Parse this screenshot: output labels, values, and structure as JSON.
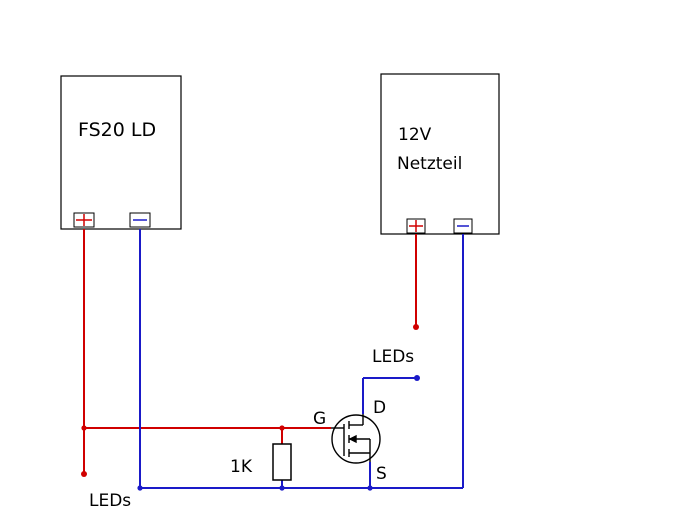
{
  "diagram": {
    "fs20": {
      "title": "FS20 LD",
      "plus": "+",
      "minus": "−"
    },
    "psu": {
      "line1": "12V",
      "line2": "Netzteil",
      "plus": "+",
      "minus": "−"
    },
    "mosfet": {
      "gate": "G",
      "drain": "D",
      "source": "S"
    },
    "resistor": {
      "value": "1K"
    },
    "leds_top": "LEDs",
    "leds_bottom": "LEDs"
  },
  "colors": {
    "positive": "#d00000",
    "negative": "#1a1ac8",
    "outline": "#000000"
  }
}
